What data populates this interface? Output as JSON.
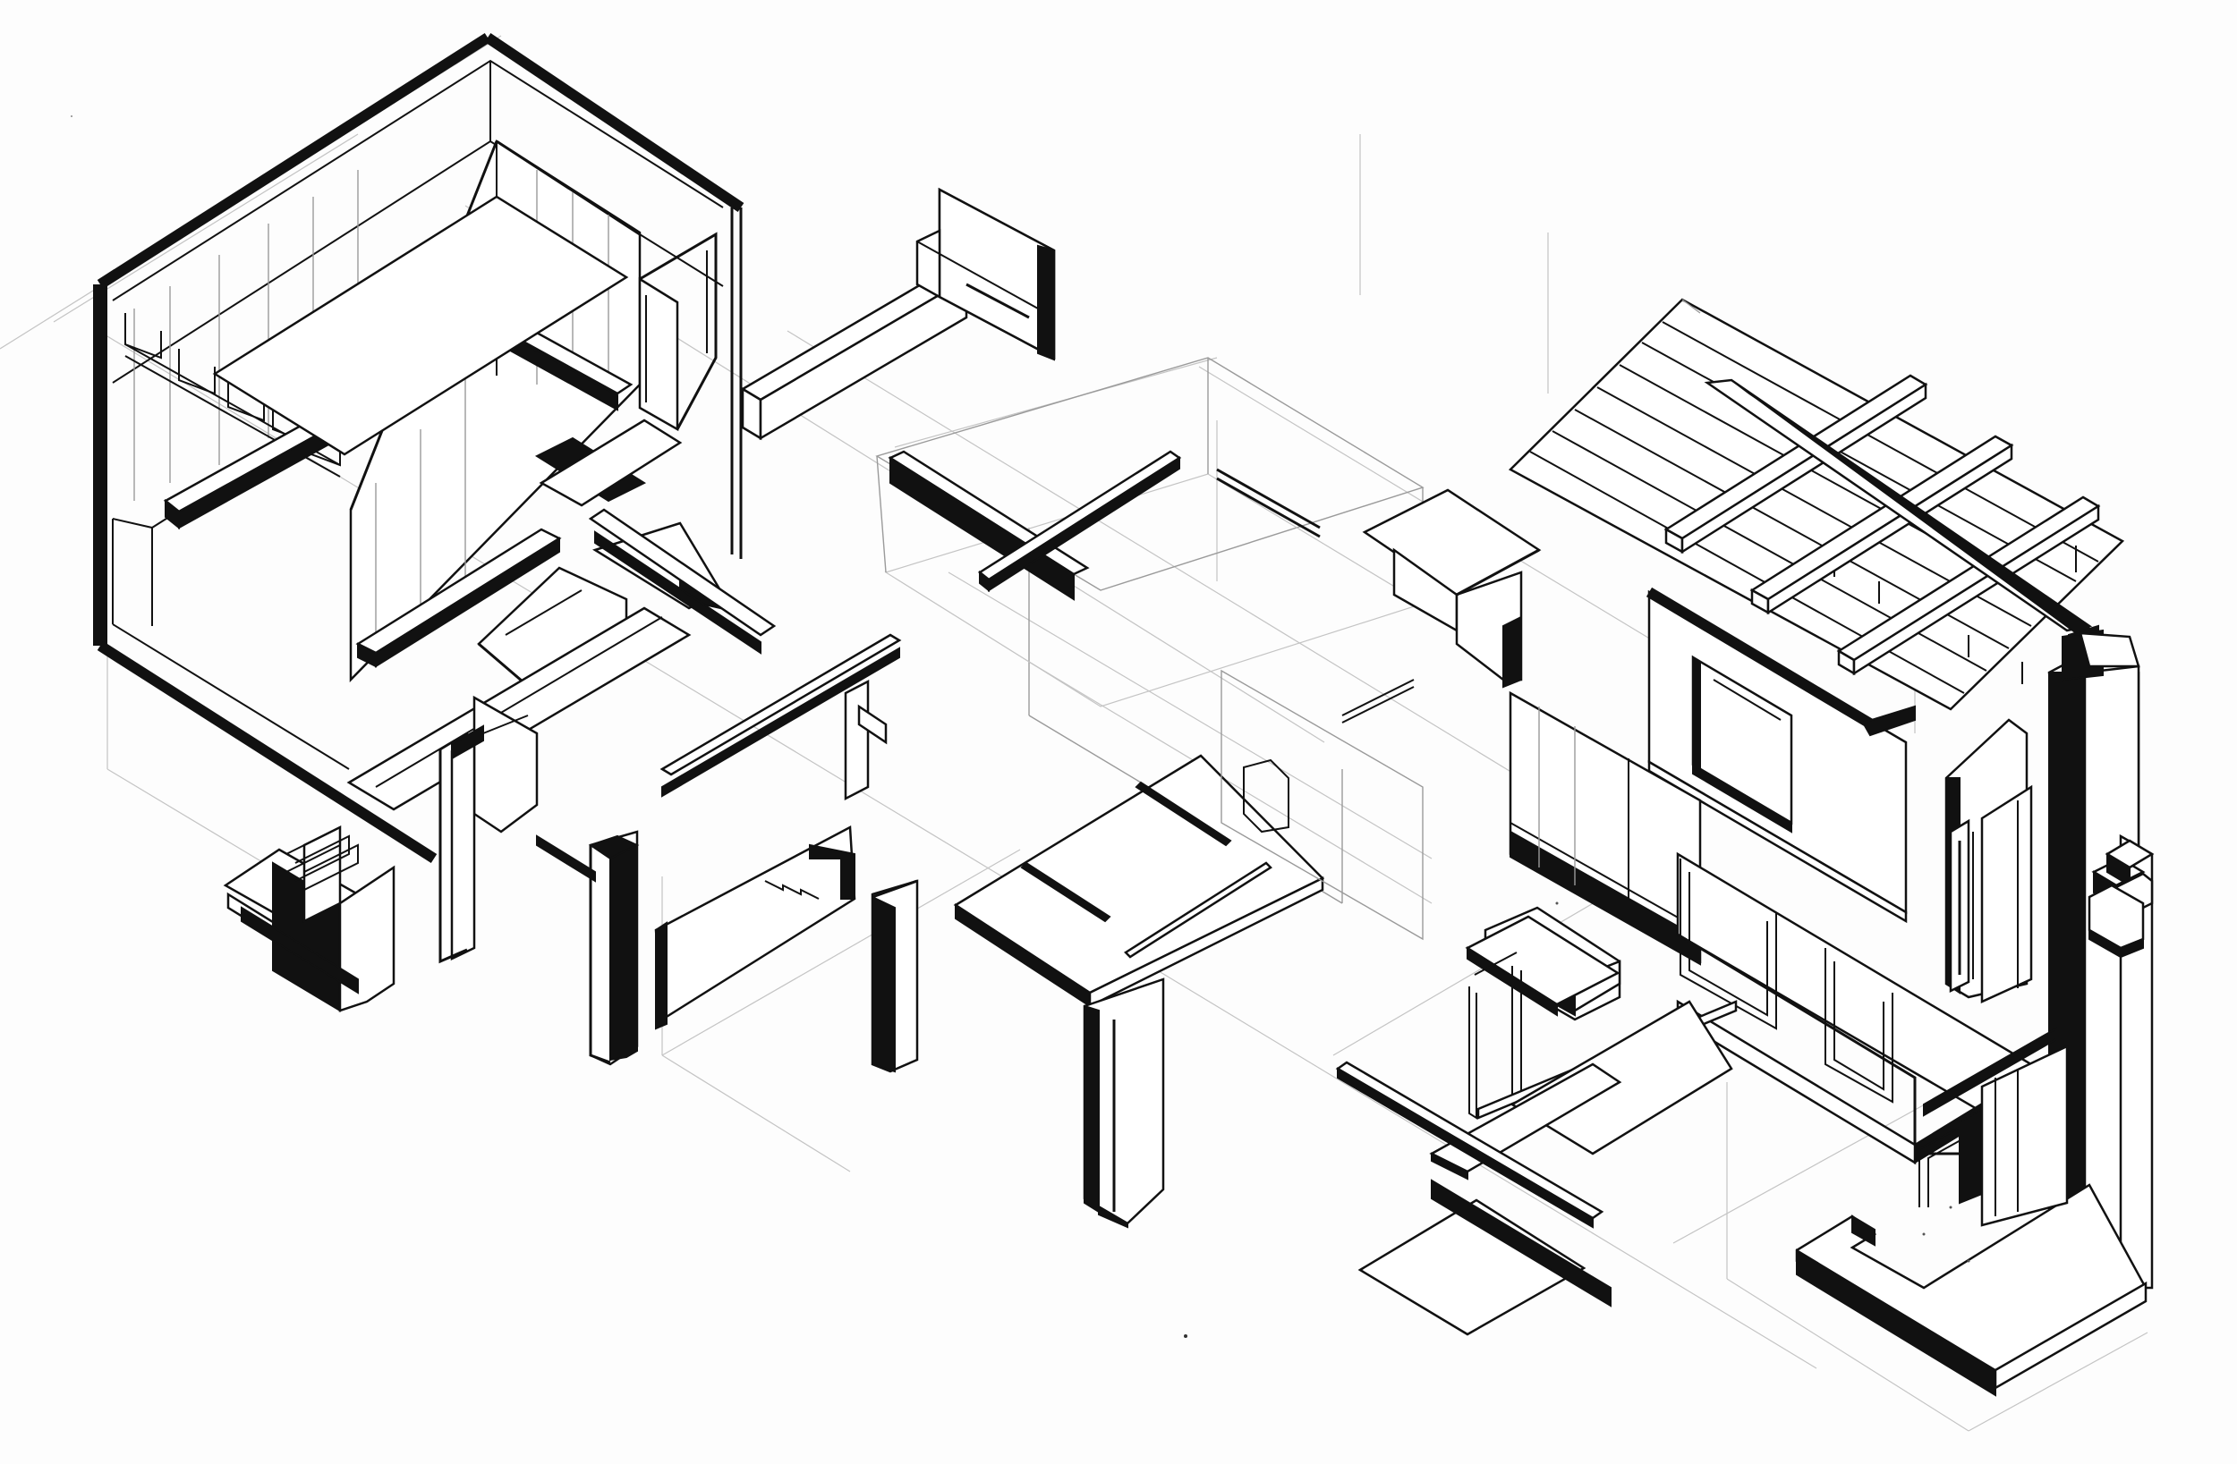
{
  "drawing": {
    "type": "exploded axonometric architectural line drawing",
    "text_labels": [],
    "colors": {
      "paper": "#fdfdfd",
      "ink": "#111111",
      "construction_lines": "#9a9a9a",
      "hidden_lines": "#c4c4c4"
    },
    "components": [
      "left-room-box",
      "left-interior-volume",
      "left-stair-element",
      "left-connector-beams",
      "left-freestanding-columns",
      "left-wall-fragment",
      "top-small-block",
      "center-cross-beam",
      "center-floor-plane",
      "center-column",
      "center-ghost-volume",
      "right-small-block",
      "right-roof-grid",
      "right-roof-beams",
      "right-wall-with-window",
      "right-glass-enclosure",
      "right-tall-column",
      "right-stepped-element",
      "right-floor-slab",
      "right-bottom-platform",
      "right-bottom-plates"
    ]
  }
}
